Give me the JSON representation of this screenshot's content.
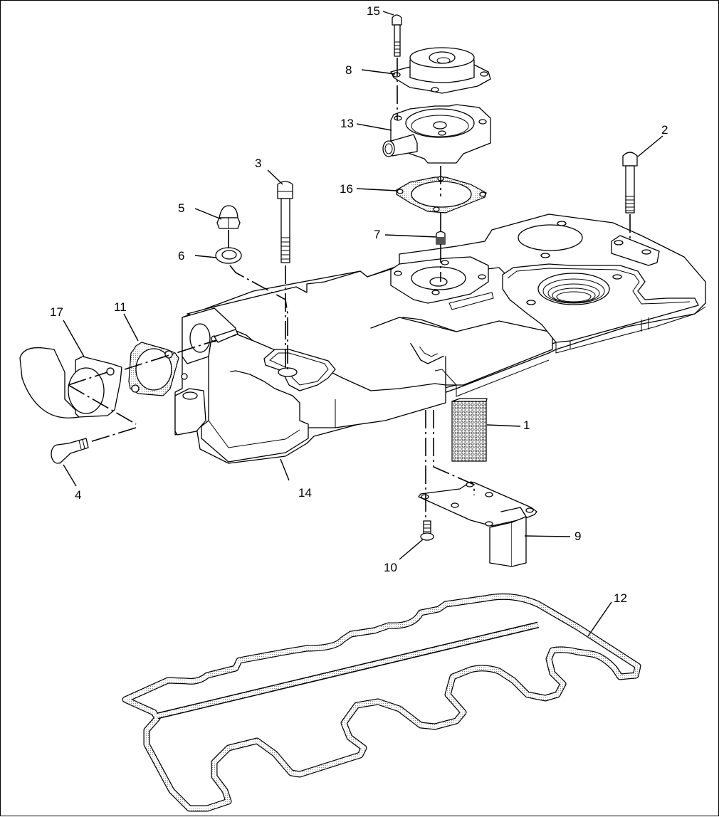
{
  "diagram": {
    "type": "exploded-parts-view",
    "subject": "valve cover assembly",
    "callouts": [
      {
        "id": "1",
        "label": "1",
        "part": "breather-element"
      },
      {
        "id": "2",
        "label": "2",
        "part": "bolt"
      },
      {
        "id": "3",
        "label": "3",
        "part": "bolt"
      },
      {
        "id": "4",
        "label": "4",
        "part": "bolt"
      },
      {
        "id": "5",
        "label": "5",
        "part": "cap-nut"
      },
      {
        "id": "6",
        "label": "6",
        "part": "washer"
      },
      {
        "id": "7",
        "label": "7",
        "part": "plug"
      },
      {
        "id": "8",
        "label": "8",
        "part": "cover"
      },
      {
        "id": "9",
        "label": "9",
        "part": "baffle-plate"
      },
      {
        "id": "10",
        "label": "10",
        "part": "screw"
      },
      {
        "id": "11",
        "label": "11",
        "part": "gasket"
      },
      {
        "id": "12",
        "label": "12",
        "part": "valve-cover-gasket"
      },
      {
        "id": "13",
        "label": "13",
        "part": "breather-housing"
      },
      {
        "id": "14",
        "label": "14",
        "part": "valve-cover"
      },
      {
        "id": "15",
        "label": "15",
        "part": "bolt"
      },
      {
        "id": "16",
        "label": "16",
        "part": "gasket"
      },
      {
        "id": "17",
        "label": "17",
        "part": "elbow"
      }
    ]
  }
}
